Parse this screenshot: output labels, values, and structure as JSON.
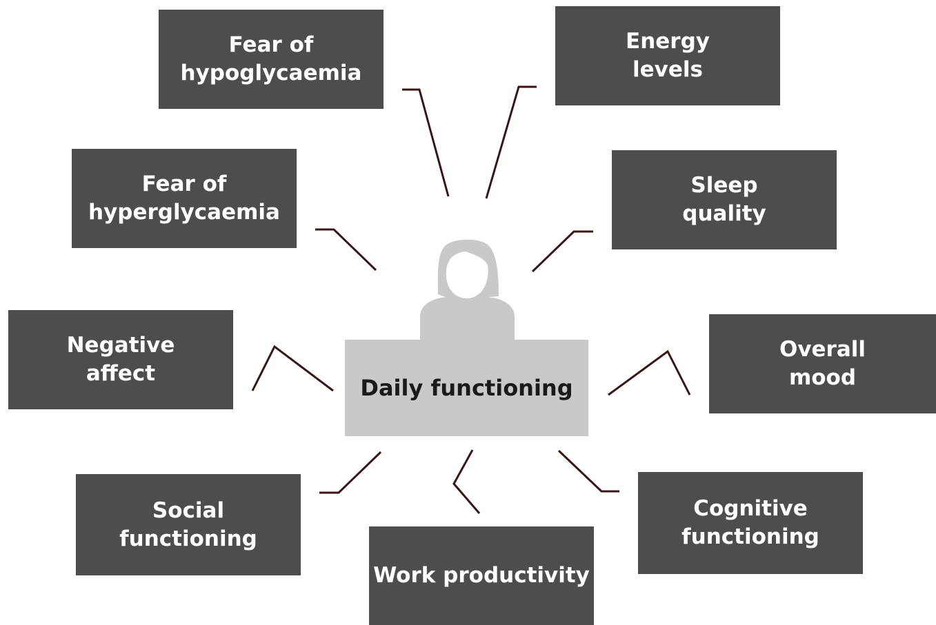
{
  "center": {
    "label": "Daily functioning",
    "icon": "person-icon"
  },
  "colors": {
    "box": "#4d4d4d",
    "box_text": "#ffffff",
    "center_box": "#c9c9c9",
    "center_text": "#1a1a1a",
    "connector": "#3a1515"
  },
  "factors": {
    "fear_hypo": {
      "line1": "Fear of",
      "line2": "hypoglycaemia"
    },
    "energy": {
      "line1": "Energy",
      "line2": "levels"
    },
    "fear_hyper": {
      "line1": "Fear of",
      "line2": "hyperglycaemia"
    },
    "sleep": {
      "line1": "Sleep",
      "line2": "quality"
    },
    "negative": {
      "line1": "Negative",
      "line2": "affect"
    },
    "mood": {
      "line1": "Overall",
      "line2": "mood"
    },
    "social": {
      "line1": "Social",
      "line2": "functioning"
    },
    "work": {
      "line1": "Work productivity"
    },
    "cognitive": {
      "line1": "Cognitive",
      "line2": "functioning"
    }
  }
}
